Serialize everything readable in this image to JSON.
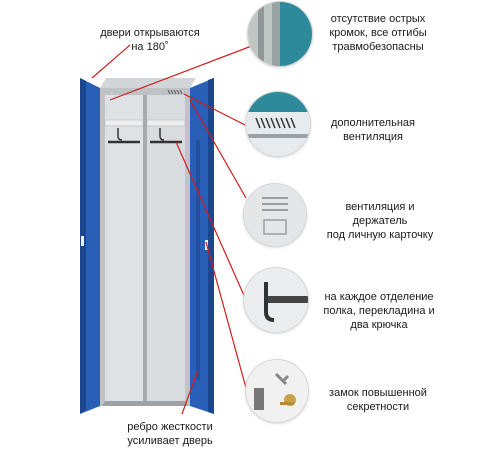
{
  "colors": {
    "door_blue": "#2a5fb8",
    "door_blue_dark": "#1d4690",
    "body_gray": "#c9ccce",
    "interior": "#d6d9db",
    "leader_red": "#d01e1e"
  },
  "labels": {
    "doors_open": "двери открываются\nна 180˚",
    "no_sharp_edges": "отсутствие острых\nкромок, все отгибы\nтравмобезопасны",
    "extra_ventilation": "дополнительная\nвентиляция",
    "ventilation_card_holder": "вентиляция и\nдержатель\nпод личную карточку",
    "shelf_bar_hooks": "на каждое отделение\nполка, перекладина и\nдва крючка",
    "high_security_lock": "замок повышенной\nсекретности",
    "stiffener_rib": "ребро жесткости\nусиливает дверь"
  },
  "icons": {
    "edge_detail": "door-edge-photo",
    "vent_detail": "ventilation-slots-photo",
    "card_holder_detail": "card-holder-photo",
    "hook_detail": "hook-photo",
    "lock_detail": "lock-keys-photo"
  }
}
